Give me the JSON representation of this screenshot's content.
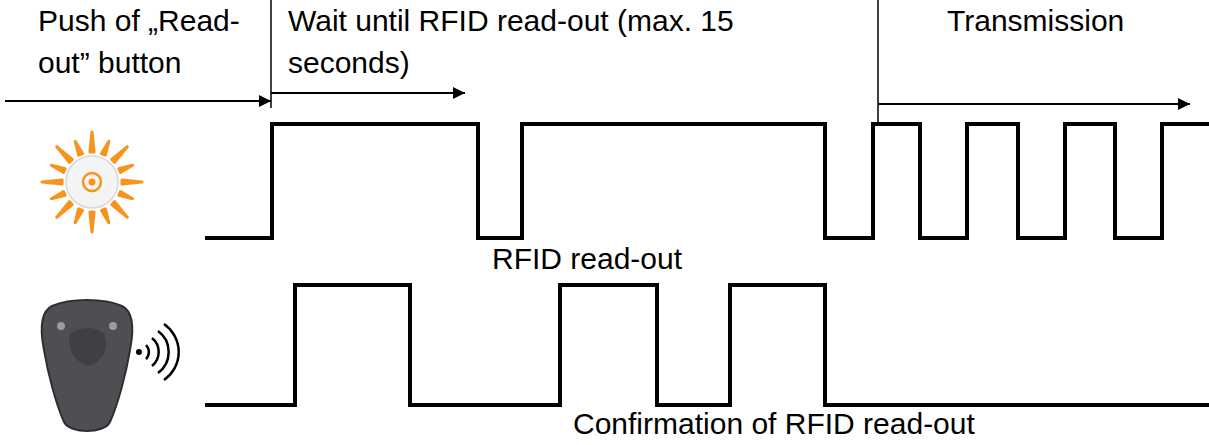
{
  "diagram": {
    "labels": [
      "Push of „Read-out” button",
      "Wait until RFID read-out (max. 15 seconds)",
      "Transmission",
      "RFID read-out",
      "Confirmation of RFID read-out"
    ]
  }
}
